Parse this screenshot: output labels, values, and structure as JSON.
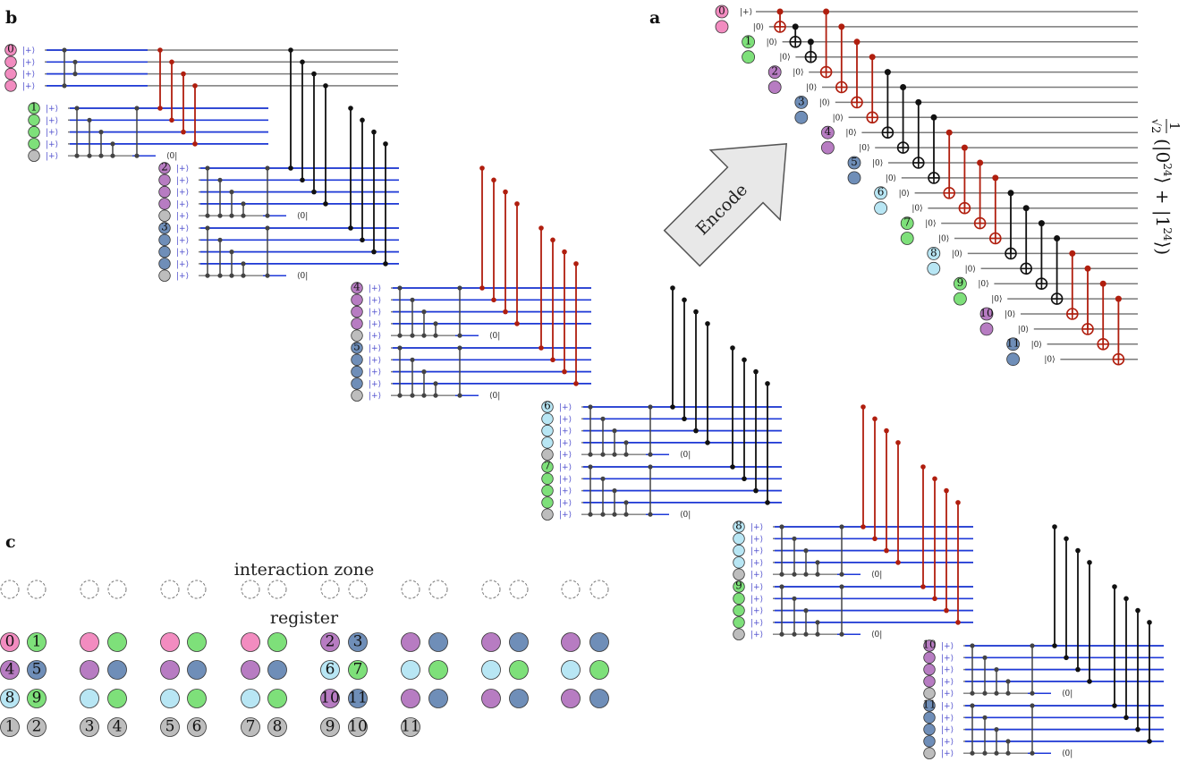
{
  "panels": {
    "a": "a",
    "b": "b",
    "c": "c"
  },
  "kets": {
    "plus": "|+⟩",
    "zero": "|0⟩",
    "bra0": "⟨0|"
  },
  "encode_label": "Encode",
  "ghz_formula": "1/√2 (|0²⁴⟩ + |1²⁴⟩)",
  "formula_parts": {
    "frac": "1",
    "sqrt": "√2",
    "body": "(|0",
    "exp": "24",
    "plus": "⟩ + |1",
    "close": "⟩)"
  },
  "zone_labels": {
    "interaction": "interaction zone",
    "register": "register"
  },
  "colors": {
    "pink": "#f28cc0",
    "green": "#7ee07a",
    "purple": "#b77cc2",
    "steel": "#6f8eb8",
    "lightblue": "#b8e6f4",
    "gray": "#bdbdbd",
    "wire": "#7a7a7a",
    "wire_active": "#1f3ad8",
    "red": "#b01e0e",
    "black": "#111111"
  },
  "logical_blocks": [
    {
      "label": "0",
      "color": "pink"
    },
    {
      "label": "1",
      "color": "green"
    },
    {
      "label": "2",
      "color": "purple"
    },
    {
      "label": "3",
      "color": "steel"
    },
    {
      "label": "4",
      "color": "purple"
    },
    {
      "label": "5",
      "color": "steel"
    },
    {
      "label": "6",
      "color": "lightblue"
    },
    {
      "label": "7",
      "color": "green"
    },
    {
      "label": "8",
      "color": "lightblue"
    },
    {
      "label": "9",
      "color": "green"
    },
    {
      "label": "10",
      "color": "purple"
    },
    {
      "label": "11",
      "color": "steel"
    }
  ],
  "register_rows": [
    [
      {
        "label": "0",
        "color": "pink"
      },
      {
        "label": "1",
        "color": "green"
      },
      {
        "color": "pink"
      },
      {
        "color": "green"
      },
      {
        "color": "pink"
      },
      {
        "color": "green"
      },
      {
        "color": "pink"
      },
      {
        "color": "green"
      },
      {
        "label": "2",
        "color": "purple"
      },
      {
        "label": "3",
        "color": "steel"
      },
      {
        "color": "purple"
      },
      {
        "color": "steel"
      },
      {
        "color": "purple"
      },
      {
        "color": "steel"
      },
      {
        "color": "purple"
      },
      {
        "color": "steel"
      }
    ],
    [
      {
        "label": "4",
        "color": "purple"
      },
      {
        "label": "5",
        "color": "steel"
      },
      {
        "color": "purple"
      },
      {
        "color": "steel"
      },
      {
        "color": "purple"
      },
      {
        "color": "steel"
      },
      {
        "color": "purple"
      },
      {
        "color": "steel"
      },
      {
        "label": "6",
        "color": "lightblue"
      },
      {
        "label": "7",
        "color": "green"
      },
      {
        "color": "lightblue"
      },
      {
        "color": "green"
      },
      {
        "color": "lightblue"
      },
      {
        "color": "green"
      },
      {
        "color": "lightblue"
      },
      {
        "color": "green"
      }
    ],
    [
      {
        "label": "8",
        "color": "lightblue"
      },
      {
        "label": "9",
        "color": "green"
      },
      {
        "color": "lightblue"
      },
      {
        "color": "green"
      },
      {
        "color": "lightblue"
      },
      {
        "color": "green"
      },
      {
        "color": "lightblue"
      },
      {
        "color": "green"
      },
      {
        "label": "10",
        "color": "purple"
      },
      {
        "label": "11",
        "color": "steel"
      },
      {
        "color": "purple"
      },
      {
        "color": "steel"
      },
      {
        "color": "purple"
      },
      {
        "color": "steel"
      },
      {
        "color": "purple"
      },
      {
        "color": "steel"
      }
    ],
    [
      {
        "label": "1",
        "color": "gray"
      },
      {
        "label": "2",
        "color": "gray"
      },
      {
        "label": "3",
        "color": "gray"
      },
      {
        "label": "4",
        "color": "gray"
      },
      {
        "label": "5",
        "color": "gray"
      },
      {
        "label": "6",
        "color": "gray"
      },
      {
        "label": "7",
        "color": "gray"
      },
      {
        "label": "8",
        "color": "gray"
      },
      {
        "label": "9",
        "color": "gray"
      },
      {
        "label": "10",
        "color": "gray"
      },
      {
        "label": "11",
        "color": "gray"
      }
    ]
  ]
}
